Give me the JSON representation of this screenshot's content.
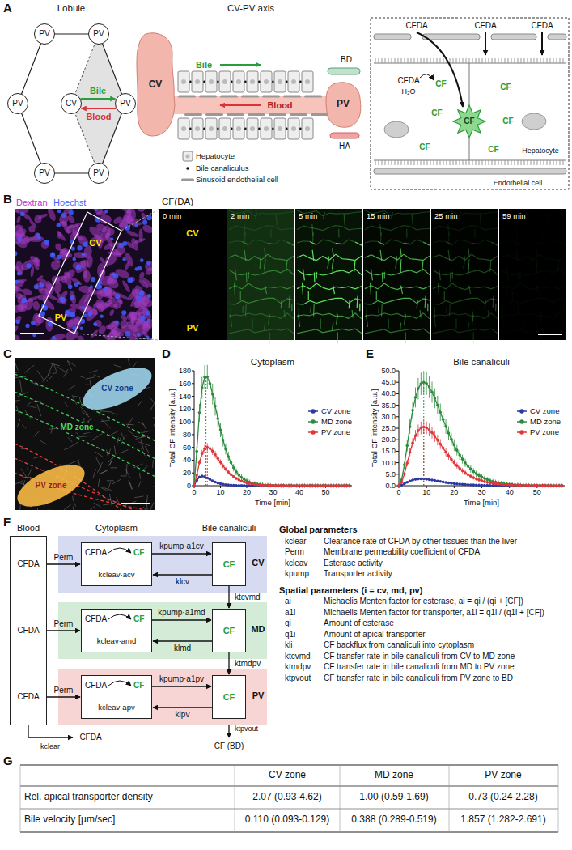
{
  "diagram": {
    "nodes": [
      {
        "text": [
          "PV"
        ]
      },
      {
        "text": [
          "PV"
        ]
      },
      {
        "text": [
          "PV"
        ]
      },
      {
        "text": [
          "CV"
        ]
      },
      {
        "text": [
          "PV"
        ]
      },
      {
        "text": [
          "PV"
        ]
      },
      {
        "text": [
          "PV"
        ]
      },
      {
        "text": [
          "CV"
        ]
      },
      {
        "text": [
          "PV"
        ]
      },
      {
        "text": [
          "CV zone"
        ]
      },
      {
        "text": [
          "PV zone"
        ]
      },
      {
        "text": [
          "CFDA",
          "CFDA",
          "CFDA"
        ]
      },
      {
        "text": [
          "CV"
        ]
      },
      {
        "text": [
          "CFDA",
          "CF",
          "kcleav·acv"
        ],
        "in": 12
      },
      {
        "text": [
          "CF"
        ],
        "in": 12
      },
      {
        "text": [
          "MD"
        ]
      },
      {
        "text": [
          "CFDA",
          "CF",
          "kcleav·amd"
        ],
        "in": 15
      },
      {
        "text": [
          "CF"
        ],
        "in": 15
      },
      {
        "text": [
          "PV"
        ]
      },
      {
        "text": [
          "CFDA",
          "CF",
          "kcleav·apv"
        ],
        "in": 18
      },
      {
        "text": [
          "CF"
        ],
        "in": 18
      }
    ],
    "edges": [
      {
        "from": 3,
        "to": 4,
        "label": "Bile",
        "arrow": "to"
      },
      {
        "from": 4,
        "to": 3,
        "label": "Blood",
        "arrow": "to"
      },
      {
        "from": 11,
        "to": 13,
        "label": "Perm",
        "arrow": "to"
      },
      {
        "from": 13,
        "to": 14,
        "label": "kpump·a1cv",
        "arrow": "to"
      },
      {
        "from": 14,
        "to": 13,
        "label": "klcv",
        "arrow": "to"
      },
      {
        "from": 11,
        "to": 16,
        "label": "Perm",
        "arrow": "to"
      },
      {
        "from": 16,
        "to": 17,
        "label": "kpump·a1md",
        "arrow": "to"
      },
      {
        "from": 17,
        "to": 16,
        "label": "klmd",
        "arrow": "to"
      },
      {
        "from": 11,
        "to": 19,
        "label": "Perm",
        "arrow": "to"
      },
      {
        "from": 19,
        "to": 20,
        "label": "kpump·a1pv",
        "arrow": "to"
      },
      {
        "from": 20,
        "to": 19,
        "label": "klpv",
        "arrow": "to"
      },
      {
        "from": 14,
        "to": 17,
        "label": "ktcvmd",
        "arrow": "to"
      },
      {
        "from": 17,
        "to": 20,
        "label": "ktmdpv",
        "arrow": "to"
      }
    ],
    "labels": [
      "A",
      "Lobule",
      "CV-PV axis",
      "Bile",
      "Blood",
      "BD",
      "HA",
      "CFDA",
      "CFDA",
      "CFDA",
      "CFDA",
      "H₂O",
      "CF",
      "CF",
      "CF",
      "CF",
      "CF",
      "CF",
      "CF",
      "Hepatocyte",
      "Endothelial cell",
      "B",
      "Dextran",
      "Hoechst",
      "CV",
      "PV",
      "CF(DA)",
      "0 min",
      "2 min",
      "5 min",
      "15 min",
      "25 min",
      "59 min",
      "CV",
      "PV",
      "C",
      "MD zone",
      "D",
      "Cytoplasm",
      "Total CF intensity [a.u.]",
      "0",
      "20",
      "40",
      "60",
      "80",
      "100",
      "120",
      "140",
      "160",
      "180",
      "0",
      "10",
      "20",
      "30",
      "40",
      "50",
      "Time [min]",
      "E",
      "Bile canaliculi",
      "Total CF intensity [a.u.]",
      "0.0",
      "5.0",
      "10.0",
      "15.0",
      "20.0",
      "25.0",
      "30.0",
      "35.0",
      "40.0",
      "45.0",
      "50.0",
      "0",
      "10",
      "20",
      "30",
      "40",
      "50",
      "Time [min]",
      "F",
      "Blood",
      "Cytoplasm",
      "Bile canaliculi",
      "CFDA",
      "kclear",
      "CF (BD)",
      "ktpvout",
      "Global parameters",
      "kclear",
      "Clearance rate of CFDA by other tissues than the liver",
      "Perm",
      "Membrane permeability coefficient of CFDA",
      "kcleav",
      "Esterase activity",
      "kpump",
      "Transporter activity",
      "Spatial parameters (i = cv, md, pv)",
      "ai",
      "Michaelis Menten factor for esterase, ai = qi / (qi + [CF])",
      "a1i",
      "Michaelis Menten factor for transporter, a1i = q1i / (q1i + [CF])",
      "qi",
      "Amount of esterase",
      "q1i",
      "Amount of apical transporter",
      "kli",
      "CF backflux from canaliculi into cytoplasm",
      "ktcvmd",
      "CF transfer rate in bile canaliculi from CV to MD zone",
      "ktmdpv",
      "CF transfer rate in bile canaliculi from MD to PV zone",
      "ktpvout",
      "CF transfer rate in bile canaliculi from PV zone to BD",
      "G",
      "CV zone",
      "MD zone",
      "PV zone",
      "Rel. apical transporter density",
      "2.07 (0.93-4.62)",
      "1.00 (0.59-1.69)",
      "0.73 (0.24-2.28)",
      "Bile velocity [μm/sec]",
      "0.110 (0.093-0.129)",
      "0.388 (0.289-0.519)",
      "1.857 (1.282-2.691)"
    ],
    "legend": [
      {
        "text": "Hepatocyte"
      },
      {
        "text": "Bile canaliculus"
      },
      {
        "text": "Sinusoid endothelial cell"
      },
      {
        "text": "CV zone",
        "color": "#2b3aa0"
      },
      {
        "text": "MD zone",
        "color": "#2c8c3c"
      },
      {
        "text": "PV zone",
        "color": "#e0353b"
      },
      {
        "text": "CV zone",
        "color": "#2b3aa0"
      },
      {
        "text": "MD zone",
        "color": "#2c8c3c"
      },
      {
        "text": "PV zone",
        "color": "#e0353b"
      }
    ]
  }
}
